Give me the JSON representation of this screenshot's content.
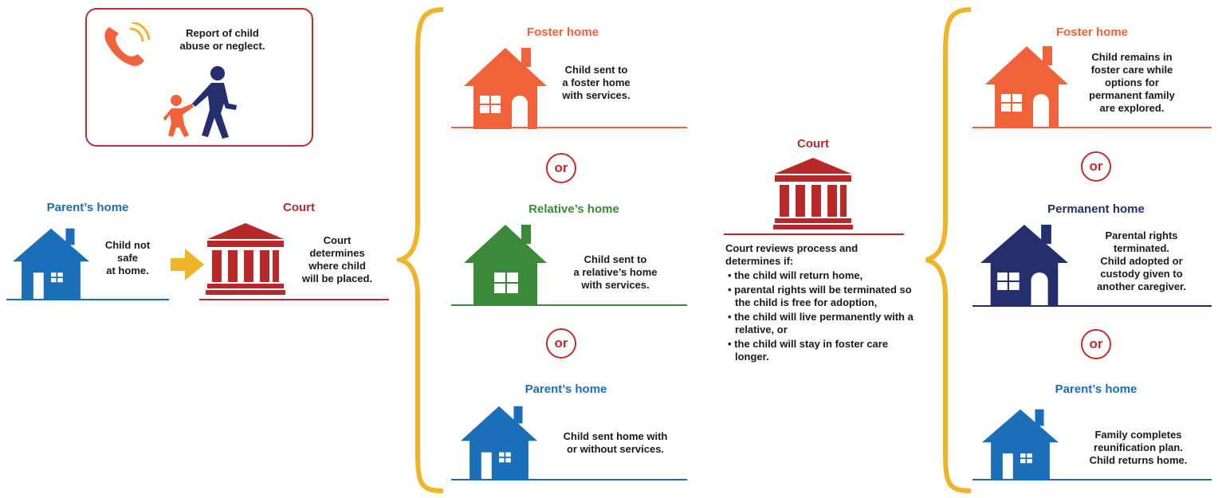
{
  "colors": {
    "foster": "#f0623a",
    "relative": "#3a8a3a",
    "parent": "#1b6fb8",
    "permanent": "#252f6e",
    "court": "#b82a2a",
    "or": "#c42b2b",
    "brace": "#f0b429",
    "arrow": "#f0b429"
  },
  "report": {
    "text": "Report of child\nabuse or neglect.",
    "icons": [
      "phone-icon",
      "adult-walking-child-icon"
    ]
  },
  "start": {
    "title": "Parent’s home",
    "desc": "Child not\nsafe\nat home."
  },
  "court1": {
    "title": "Court",
    "desc": "Court\ndetermines\nwhere child\nwill be placed."
  },
  "placement": {
    "foster": {
      "title": "Foster home",
      "desc": "Child sent to\na foster home\nwith services."
    },
    "relative": {
      "title": "Relative’s home",
      "desc": "Child sent to\na relative’s home\nwith services."
    },
    "parent": {
      "title": "Parent’s home",
      "desc": "Child sent home with\nor without services."
    },
    "or": "or"
  },
  "court2": {
    "title": "Court",
    "intro": "Court reviews process and\ndetermines if:",
    "bullets": [
      "the child will return home,",
      "parental rights will be terminated so the child is free for adoption,",
      "the child will live permanently with a relative, or",
      "the child will stay in foster care longer."
    ]
  },
  "outcome": {
    "foster": {
      "title": "Foster home",
      "desc": "Child remains in\nfoster care while\noptions for\npermanent family\nare explored."
    },
    "permanent": {
      "title": "Permanent home",
      "desc": "Parental rights\nterminated.\nChild adopted or\ncustody given to\nanother caregiver."
    },
    "parent": {
      "title": "Parent’s home",
      "desc": "Family completes\nreunification plan.\nChild returns home."
    },
    "or": "or"
  }
}
